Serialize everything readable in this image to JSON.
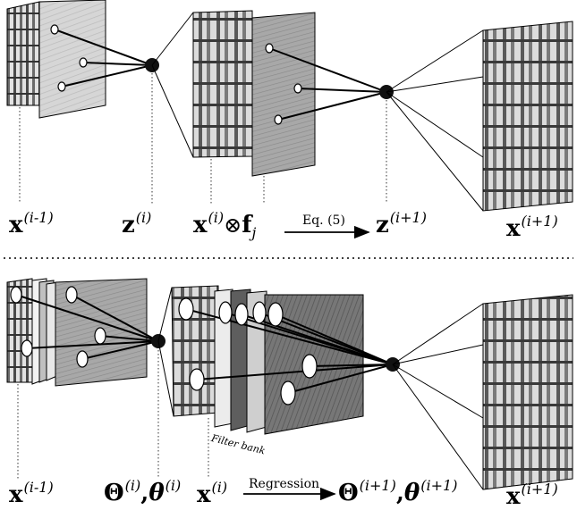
{
  "top_labels": {
    "x_prev": {
      "base": "x",
      "sup": "(i-1)"
    },
    "z": {
      "base": "z",
      "sup": "(i)"
    },
    "x_conv": {
      "base": "x",
      "sup": "(i)",
      "op": "⊗",
      "f": "f",
      "sub": "j"
    },
    "arrow_text": "Eq. (5)",
    "z_next": {
      "base": "z",
      "sup": "(i+1)"
    },
    "x_next": {
      "base": "x",
      "sup": "(i+1)"
    }
  },
  "bottom_labels": {
    "x_prev": {
      "base": "x",
      "sup": "(i-1)"
    },
    "theta": {
      "Theta": "Θ",
      "sup1": "(i)",
      "comma": ",",
      "theta": "θ",
      "sup2": "(i)"
    },
    "x_cur": {
      "base": "x",
      "sup": "(i)"
    },
    "arrow_text": "Regression",
    "theta_next": {
      "Theta": "Θ",
      "sup1": "(i+1)",
      "comma": ",",
      "theta": "θ",
      "sup2": "(i+1)"
    },
    "x_next": {
      "base": "x",
      "sup": "(i+1)"
    }
  },
  "filter_bank_label": "Filter bank",
  "colors": {
    "ink": "#000000",
    "dot": "#111111",
    "panel_light": "#d8d8d8",
    "panel_mid": "#a0a0a0",
    "panel_dark": "#5a5a5a",
    "photo_dark": "#3a3a3a",
    "photo_light": "#e6e6e6"
  }
}
